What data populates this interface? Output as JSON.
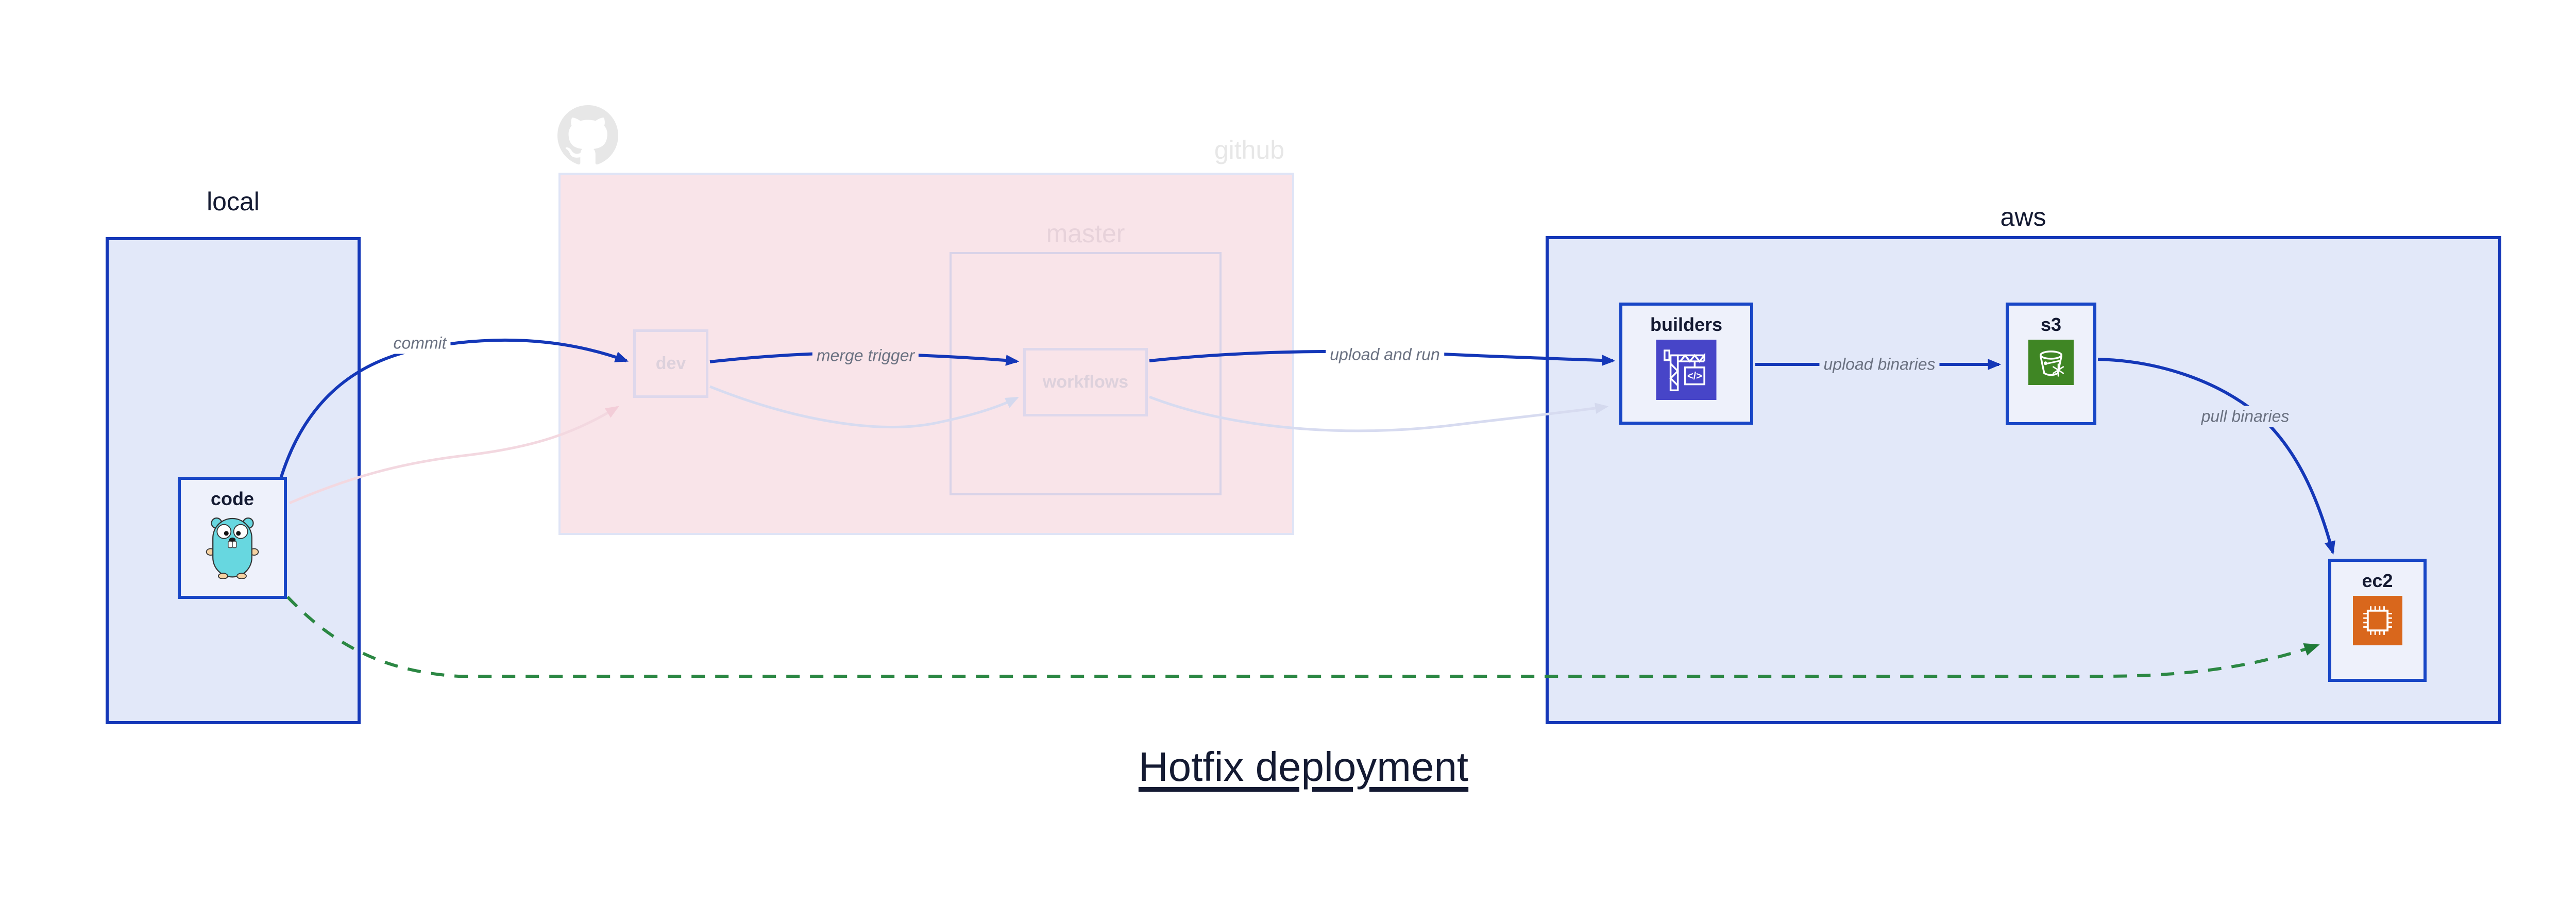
{
  "title": {
    "text": "Hotfix deployment"
  },
  "groups": {
    "local": {
      "label": "local"
    },
    "github": {
      "label": "github"
    },
    "master": {
      "label": "master"
    },
    "aws": {
      "label": "aws"
    }
  },
  "nodes": {
    "code": {
      "label": "code",
      "icon": "go-gopher-icon"
    },
    "dev": {
      "label": "dev"
    },
    "workflows": {
      "label": "workflows"
    },
    "builders": {
      "label": "builders",
      "icon": "aws-codebuild-crane-icon"
    },
    "s3": {
      "label": "s3",
      "icon": "aws-s3-glacier-bucket-icon"
    },
    "ec2": {
      "label": "ec2",
      "icon": "aws-ec2-chip-icon"
    }
  },
  "edge_labels": {
    "commit": "commit",
    "merge_trigger": "merge trigger",
    "upload_and_run": "upload and run",
    "upload_binaries": "upload binaries",
    "pull_binaries": "pull binaries"
  },
  "colors": {
    "edge_blue": "#1437b8",
    "group_border_blue": "#1437b8",
    "node_border_blue": "#1846c6",
    "group_fill_blue": "#e2e8f9",
    "node_fill": "#eef1fb",
    "github_fill": "#f9e4e9",
    "github_border": "#dfe4f6",
    "master_border": "#d9d3e8",
    "faded_node_border": "#ded8ec",
    "faded_text": "#ddd1dc",
    "faded_pink_edge": "#f3d8e0",
    "faded_lavender_edge": "#d7dbf0",
    "green_edge": "#2b8743",
    "label_gray": "#6a7181",
    "dark_text": "#141a32",
    "github_gray": "#e7e7e7",
    "master_label": "#e7d2da",
    "builders_icon_bg": "#4745c8",
    "s3_icon_bg": "#3f8624",
    "ec2_icon_bg": "#d9671c",
    "gopher_teal": "#67d7e0",
    "gopher_tan": "#f6d2a2"
  }
}
